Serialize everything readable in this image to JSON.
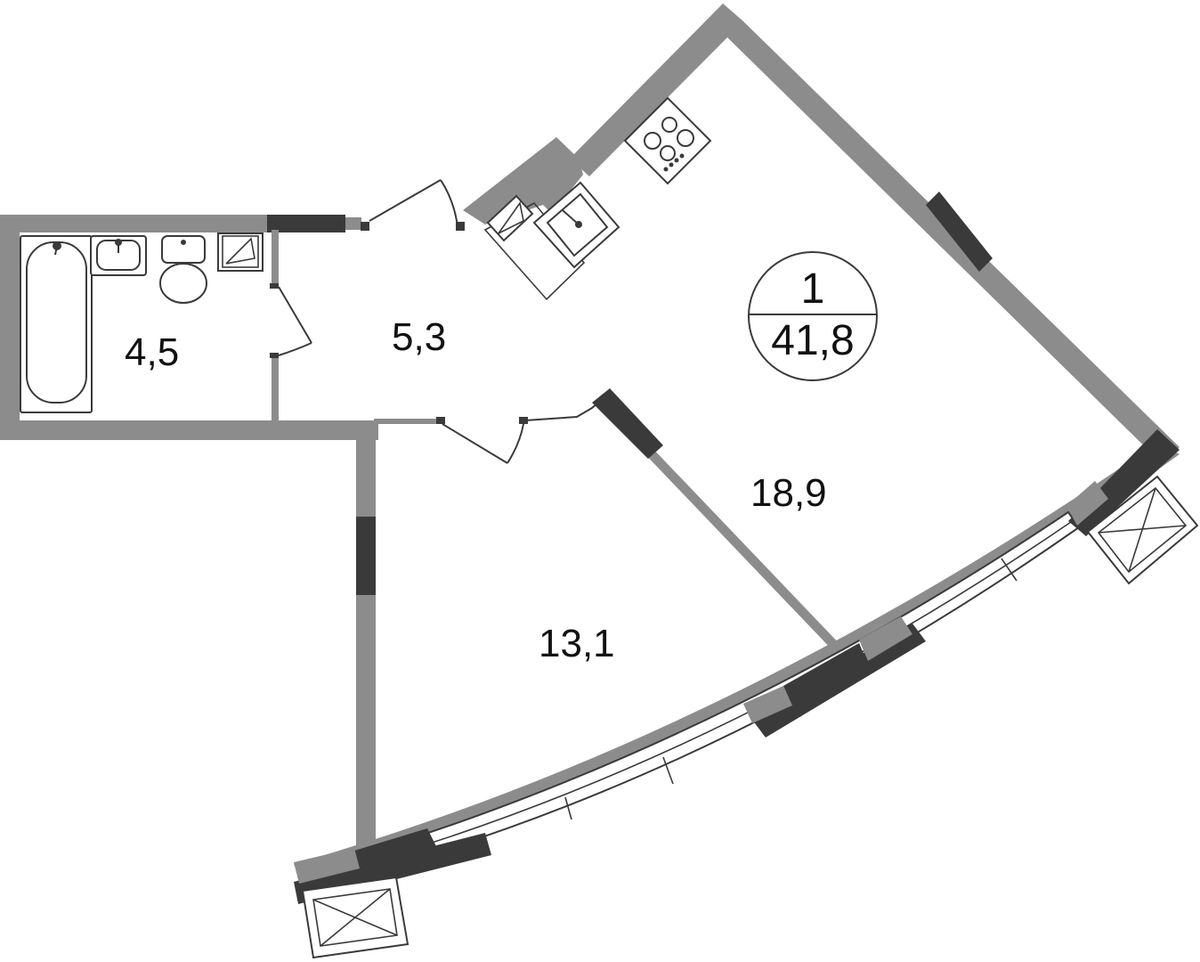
{
  "apartment": {
    "rooms_count": "1",
    "total_area": "41,8"
  },
  "rooms": {
    "bathroom_area": "4,5",
    "hallway_area": "5,3",
    "kitchen_living_area": "18,9",
    "bedroom_area": "13,1"
  },
  "colors": {
    "wall": "#8c8c8c",
    "wall_dark": "#3a3a3a",
    "background": "#ffffff"
  },
  "icons": [
    "bathtub-icon",
    "sink-icon",
    "toilet-icon",
    "stove-icon",
    "kitchen-sink-icon",
    "air-conditioner-icon"
  ]
}
